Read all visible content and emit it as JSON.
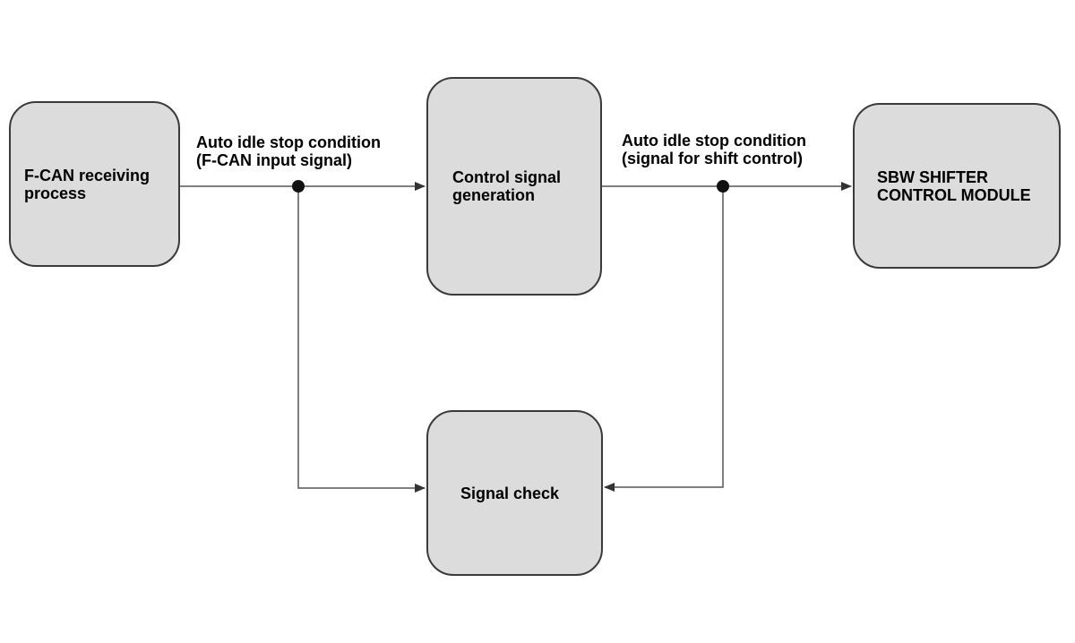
{
  "blocks": {
    "fcan": "F-CAN receiving\nprocess",
    "control": "Control signal\ngeneration",
    "sbw": "SBW SHIFTER\nCONTROL MODULE",
    "check": "Signal check"
  },
  "edges": {
    "fcan_to_control": "Auto idle stop condition\n(F-CAN input signal)",
    "control_to_sbw": "Auto idle stop condition\n(signal for shift control)"
  },
  "colors": {
    "block_fill": "#dcdcdc",
    "block_border": "#3a3a3a",
    "line": "#555555",
    "junction": "#111111"
  }
}
